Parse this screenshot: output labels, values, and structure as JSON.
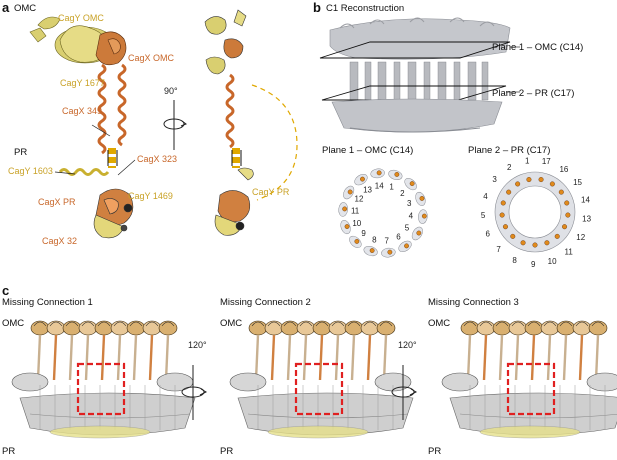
{
  "panel_a": {
    "letter": "a",
    "omc_label": "OMC",
    "pr_label": "PR",
    "rotation": "90°",
    "labels": {
      "cagy_omc": "CagY OMC",
      "cagx_omc": "CagX OMC",
      "cagy_1677": "CagY 1677",
      "cagx_349": "CagX 349",
      "cagx_323": "CagX 323",
      "cagy_1603": "CagY 1603",
      "cagx_pr": "CagX PR",
      "cagy_1469": "CagY 1469",
      "cagx_32": "CagX 32",
      "cagy_pr": "CagY PR"
    },
    "colors": {
      "cagy": "#c9a227",
      "cagx": "#c8672a",
      "gap": "#e0a800"
    }
  },
  "panel_b": {
    "letter": "b",
    "title": "C1 Reconstruction",
    "plane1": "Plane 1 – OMC (C14)",
    "plane2": "Plane 2 – PR (C17)",
    "ring1_title": "Plane 1 – OMC (C14)",
    "ring2_title": "Plane 2 – PR (C17)",
    "ring1_numbers": [
      "1",
      "2",
      "3",
      "4",
      "5",
      "6",
      "7",
      "8",
      "9",
      "10",
      "11",
      "12",
      "13",
      "14"
    ],
    "ring2_numbers": [
      "1",
      "2",
      "3",
      "4",
      "5",
      "6",
      "7",
      "8",
      "9",
      "10",
      "11",
      "12",
      "13",
      "14",
      "15",
      "16",
      "17"
    ]
  },
  "panel_c": {
    "letter": "c",
    "views": [
      {
        "title": "Missing Connection 1",
        "omc": "OMC",
        "pr": "PR"
      },
      {
        "title": "Missing Connection 2",
        "omc": "OMC",
        "pr": "PR"
      },
      {
        "title": "Missing Connection 3",
        "omc": "OMC",
        "pr": "PR"
      }
    ],
    "rotations": [
      "120°",
      "120°"
    ],
    "highlight_color": "#e02020"
  }
}
